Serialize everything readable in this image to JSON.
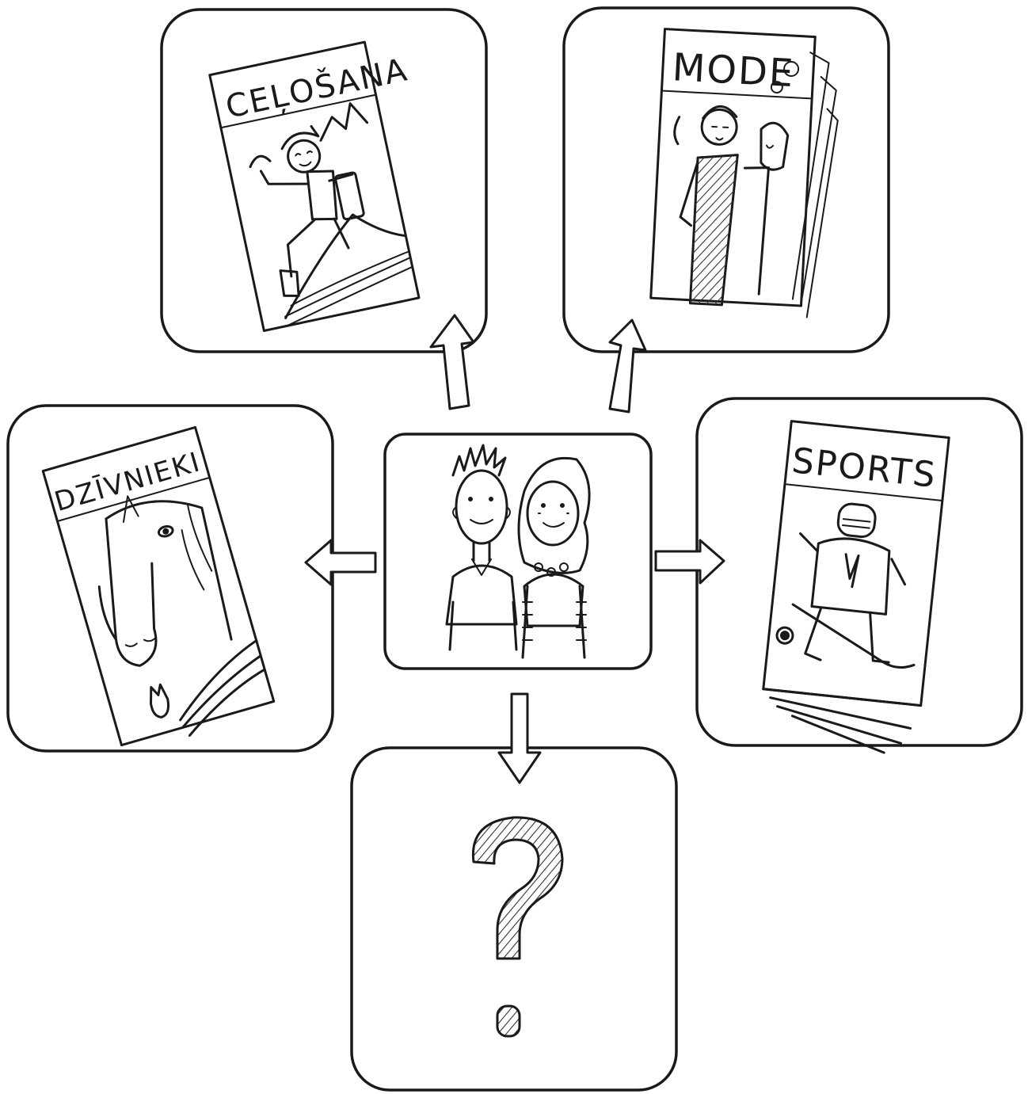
{
  "diagram": {
    "center": {
      "name": "two-teenagers",
      "description_icon": "boy-and-girl-icon"
    },
    "magazines": [
      {
        "id": "celosana",
        "title": "CEĻOŠANA",
        "icon": "mountain-climber-icon"
      },
      {
        "id": "mode",
        "title": "MODE",
        "icon": "fashion-models-icon"
      },
      {
        "id": "dzivnieki",
        "title": "DZĪVNIEKI",
        "icon": "horse-and-cat-icon"
      },
      {
        "id": "sports",
        "title": "SPORTS",
        "icon": "hockey-player-icon"
      }
    ],
    "unknown": {
      "symbol": "?",
      "icon": "question-mark-icon"
    }
  },
  "colors": {
    "ink": "#1a1a1a",
    "paper": "#ffffff",
    "hatch": "#555555"
  }
}
